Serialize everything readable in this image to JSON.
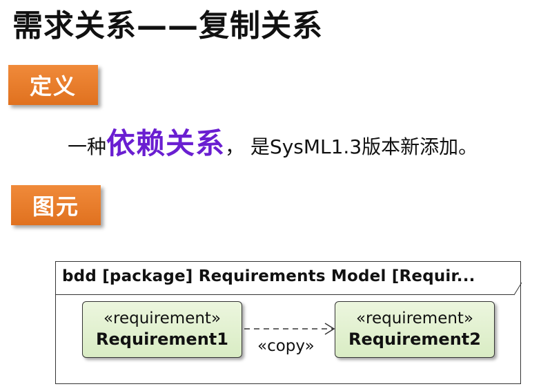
{
  "page_title": "需求关系——复制关系",
  "section_definition": {
    "label": "定义",
    "sentence_prefix": "一种",
    "sentence_highlight": "依赖关系",
    "sentence_suffix": "， 是SysML1.3版本新添加。"
  },
  "section_element": {
    "label": "图元"
  },
  "diagram": {
    "header": "bdd [package] Requirements Model [Requir...",
    "requirement1": {
      "stereotype": "«requirement»",
      "name": "Requirement1"
    },
    "requirement2": {
      "stereotype": "«requirement»",
      "name": "Requirement2"
    },
    "relationship_label": "«copy»",
    "colors": {
      "block_fill": "#dcedc8",
      "highlight": "#6a1fd1",
      "label_box": "#e8782a"
    }
  }
}
